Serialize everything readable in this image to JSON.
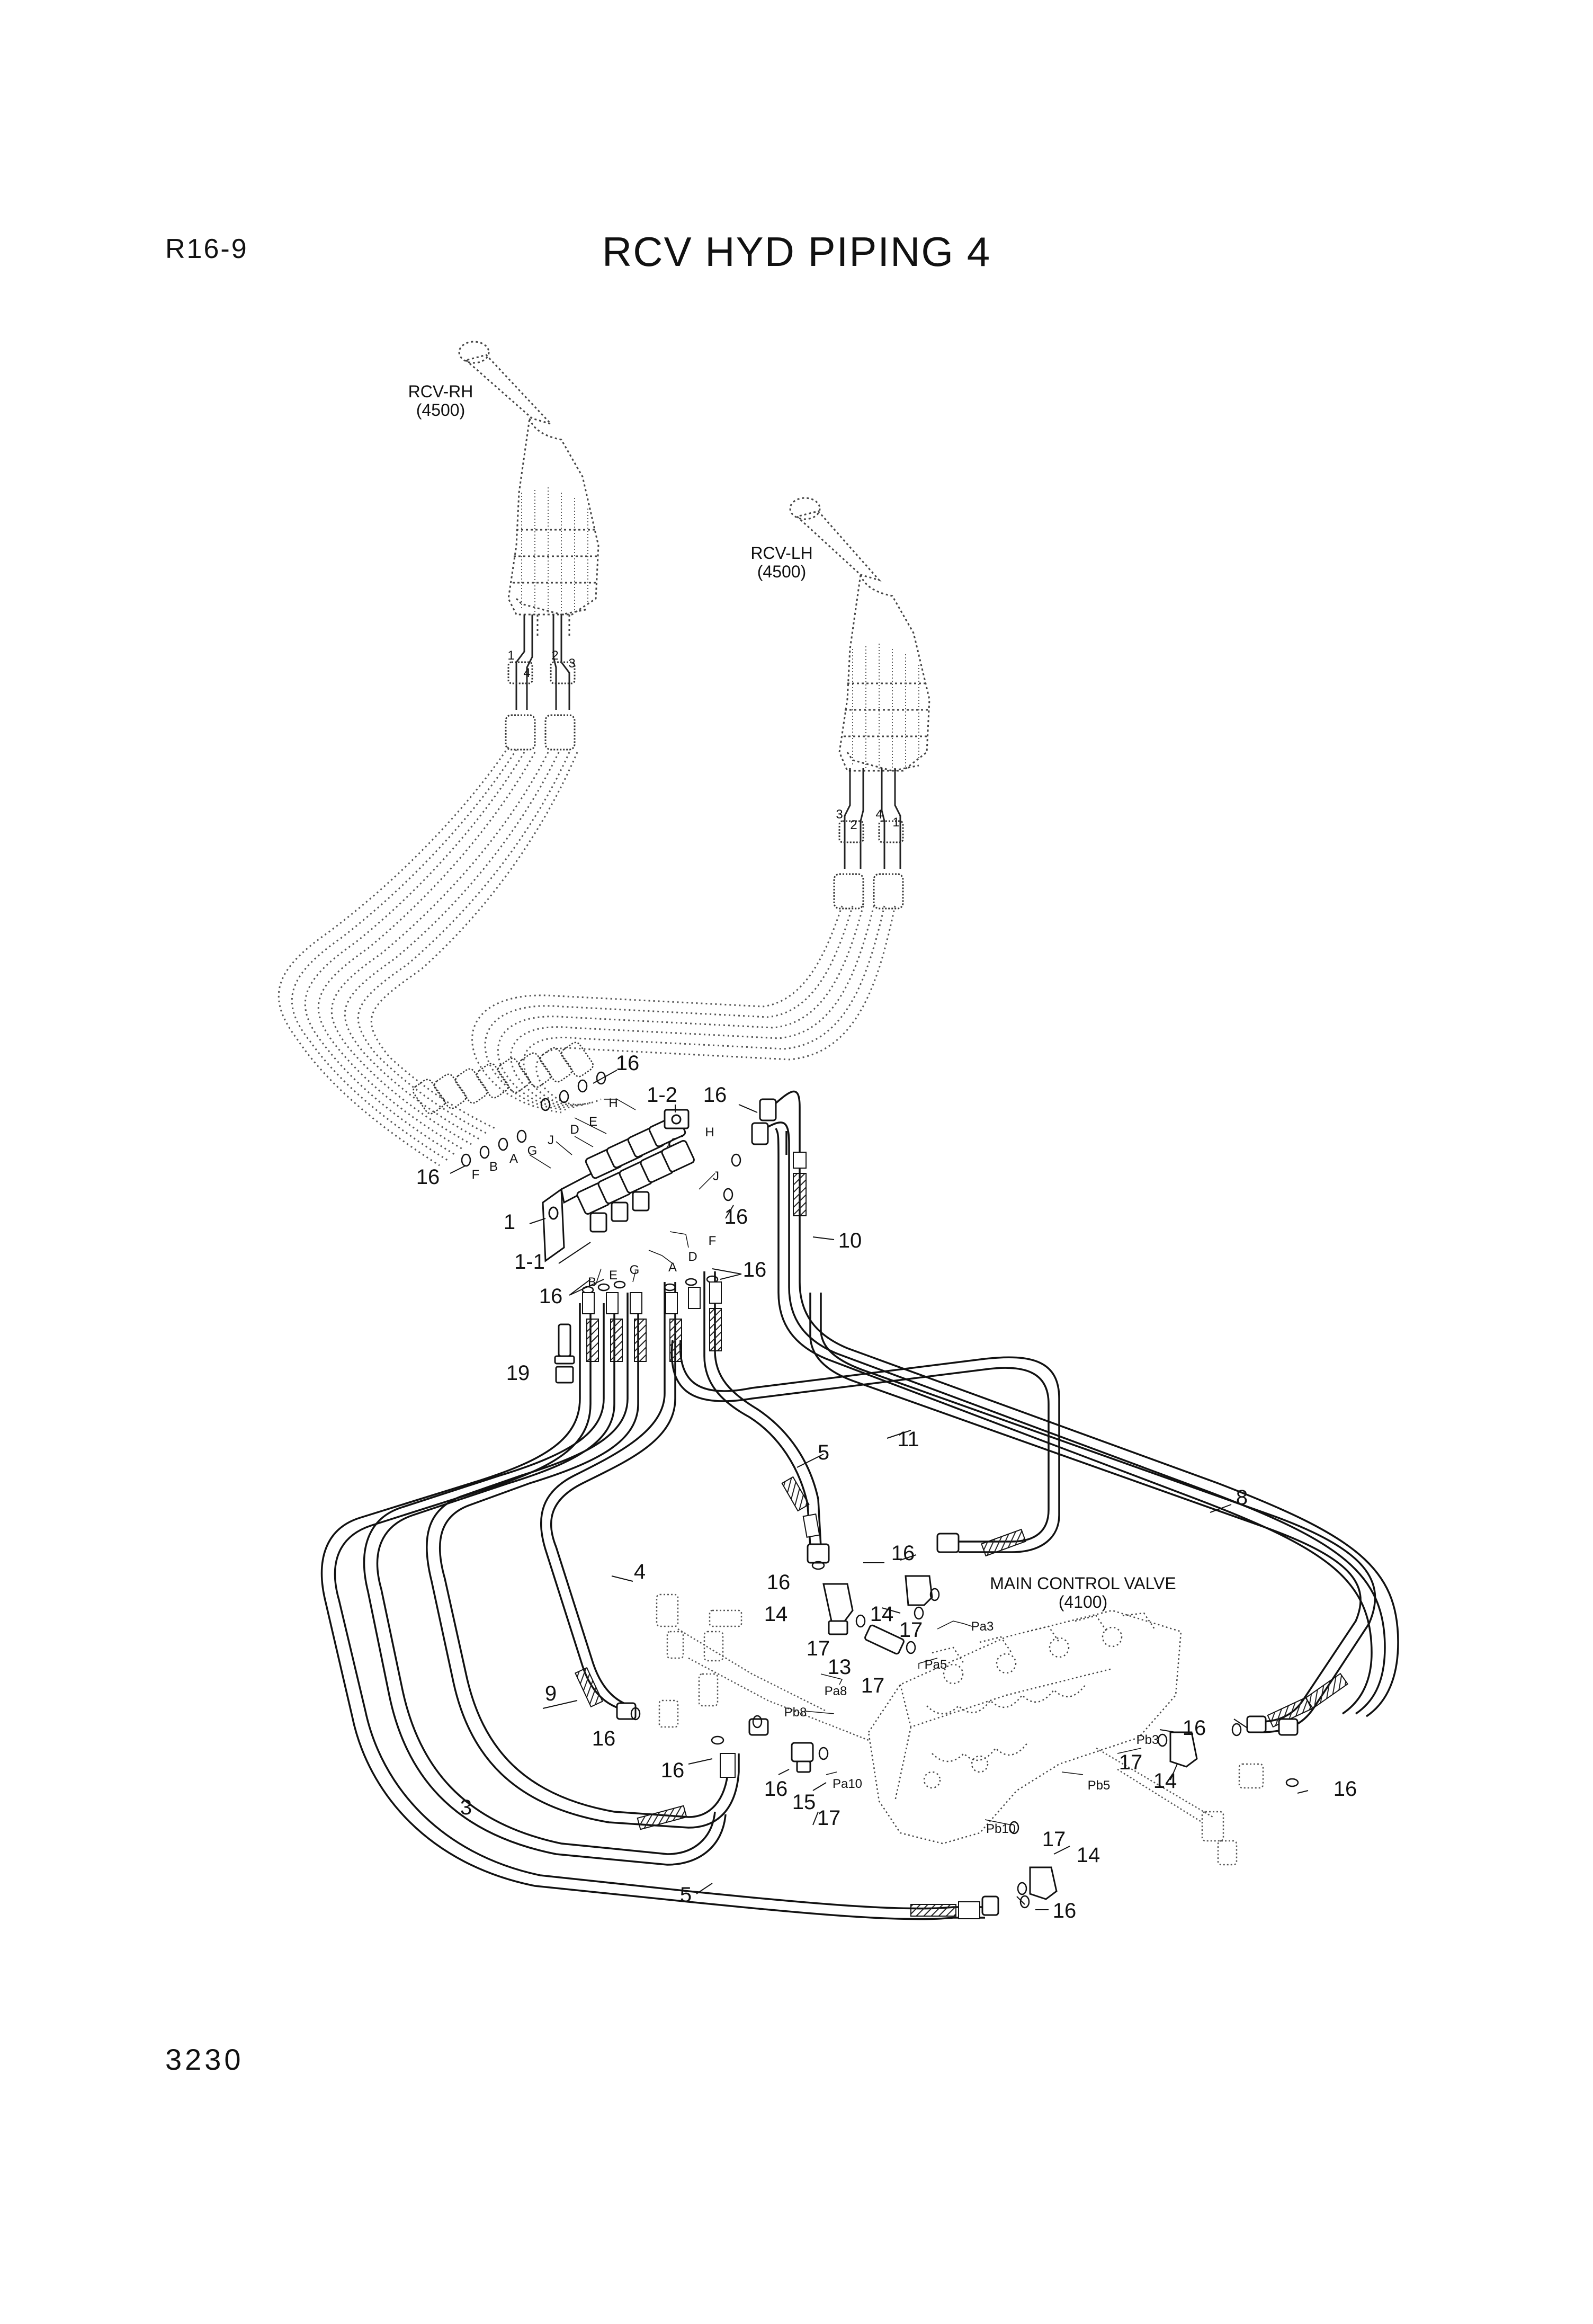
{
  "header": {
    "code": "R16-9",
    "title": "RCV HYD PIPING 4"
  },
  "footer": {
    "page_number": "3230"
  },
  "components": {
    "rcv_rh": {
      "name": "RCV-RH",
      "code": "(4500)",
      "ports": [
        "1",
        "4",
        "2",
        "3"
      ]
    },
    "rcv_lh": {
      "name": "RCV-LH",
      "code": "(4500)",
      "ports": [
        "3",
        "2",
        "4",
        "1"
      ]
    },
    "mcv": {
      "name": "MAIN CONTROL VALVE",
      "code": "(4100)"
    }
  },
  "callouts": {
    "c16_a": "16",
    "c1_2": "1-2",
    "c16_b": "16",
    "c16_c": "16",
    "c16_d": "16",
    "c1": "1",
    "c1_1": "1-1",
    "c16_e": "16",
    "c16_f": "16",
    "c10": "10",
    "c19": "19",
    "c5_a": "5",
    "c11": "11",
    "c8": "8",
    "c4": "4",
    "c16_g": "16",
    "c14_a": "14",
    "c16_h": "16",
    "c14_b": "14",
    "c17_a": "17",
    "c13": "13",
    "c17_b": "17",
    "c17_c": "17",
    "c9": "9",
    "c16_i": "16",
    "c16_j": "16",
    "c16_k": "16",
    "c15": "15",
    "c17_d": "17",
    "c16_l": "16",
    "c17_e": "17",
    "c14_c": "14",
    "c16_m": "16",
    "c3": "3",
    "c17_f": "17",
    "c14_d": "14",
    "c16_n": "16",
    "c5_b": "5"
  },
  "port_letters": {
    "H": "H",
    "E": "E",
    "D": "D",
    "J": "J",
    "G": "G",
    "A": "A",
    "B": "B",
    "F": "F",
    "H2": "H",
    "J2": "J",
    "F2": "F",
    "D2": "D",
    "A2": "A",
    "G2": "G",
    "E2": "E",
    "B2": "B"
  },
  "pilot_ports": {
    "Pa3": "Pa3",
    "Pa5": "Pa5",
    "Pa8": "Pa8",
    "Pb8": "Pb8",
    "Pa10": "Pa10",
    "Pb10": "Pb10",
    "Pb3": "Pb3",
    "Pb5": "Pb5"
  }
}
